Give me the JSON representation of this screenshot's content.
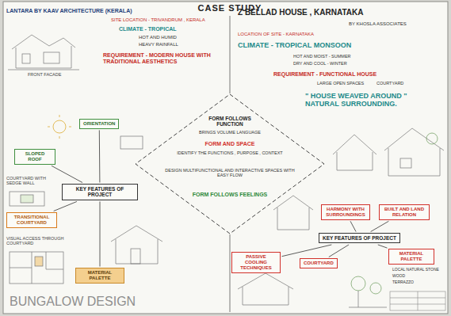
{
  "diagram": {
    "title": "CASE STUDY",
    "nodes": [
      {
        "text": [
          "FORM FOLLOWS FUNCTION",
          "BRINGS VOLUME LANGUAGE",
          "FORM AND SPACE",
          "IDENTIFY THE FUNCTIONS , PURPOSE , CONTEXT",
          "DESIGN MULTIFUNCTIONAL AND INTERACTIVE SPACES WITH EASY FLOW",
          "FORM FOLLOWS FEELINGS"
        ]
      },
      {
        "text": [
          "ORIENTATION"
        ]
      },
      {
        "text": [
          "SLOPED ROOF"
        ]
      },
      {
        "text": [
          "KEY FEATURES OF PROJECT"
        ]
      },
      {
        "text": [
          "TRANSITIONAL COURTYARD"
        ]
      },
      {
        "text": [
          "MATERIAL PALETTE"
        ]
      },
      {
        "text": [
          "HARMONY WITH SURROUNDINGS"
        ]
      },
      {
        "text": [
          "BUILT AND LAND RELATION"
        ]
      },
      {
        "text": [
          "KEY FEATURES OF PROJECT"
        ]
      },
      {
        "text": [
          "PASSIVE COOLING TECHNIQUES"
        ]
      },
      {
        "text": [
          "COURTYARD"
        ]
      },
      {
        "text": [
          "MATERIAL PALETTE"
        ]
      }
    ],
    "edges": [
      {
        "from": 3,
        "to": 1,
        "arrow": "none"
      },
      {
        "from": 3,
        "to": 2,
        "arrow": "none"
      },
      {
        "from": 3,
        "to": 4,
        "arrow": "none"
      },
      {
        "from": 3,
        "to": 5,
        "arrow": "none"
      },
      {
        "from": 8,
        "to": 6,
        "arrow": "none"
      },
      {
        "from": 8,
        "to": 7,
        "arrow": "none"
      },
      {
        "from": 8,
        "to": 9,
        "arrow": "none"
      },
      {
        "from": 8,
        "to": 10,
        "arrow": "none"
      },
      {
        "from": 8,
        "to": 11,
        "arrow": "none"
      }
    ],
    "labels": [
      "LANTARA BY KAAV ARCHITECTURE (KERALA)",
      "SITE LOCATION - TRIVANDRUM , KERALA",
      "CLIMATE - TROPICAL",
      "HOT AND HUMID",
      "HEAVY RAINFALL",
      "REQUIREMENT - MODERN HOUSE WITH TRADITIONAL AESTHETICS",
      "FRONT FACADE",
      "COURTYARD WITH SEDGE WALL",
      "VISUAL ACCESS THROUGH COURTYARD",
      "Z BELLAD HOUSE , KARNATAKA",
      "BY KHOSLA ASSOCIATES",
      "LOCATION OF SITE - KARNATAKA",
      "CLIMATE - TROPICAL MONSOON",
      "HOT AND MOIST - SUMMER",
      "DRY AND COOL - WINTER",
      "REQUIREMENT - FUNCTIONAL HOUSE",
      "LARGE OPEN SPACES",
      "COURTYARD",
      "\" HOUSE WEAVED AROUND \" NATURAL SURROUNDING.",
      "LOCAL NATURAL STONE",
      "WOOD",
      "TERRAZZO",
      "BUNGALOW DESIGN"
    ]
  }
}
